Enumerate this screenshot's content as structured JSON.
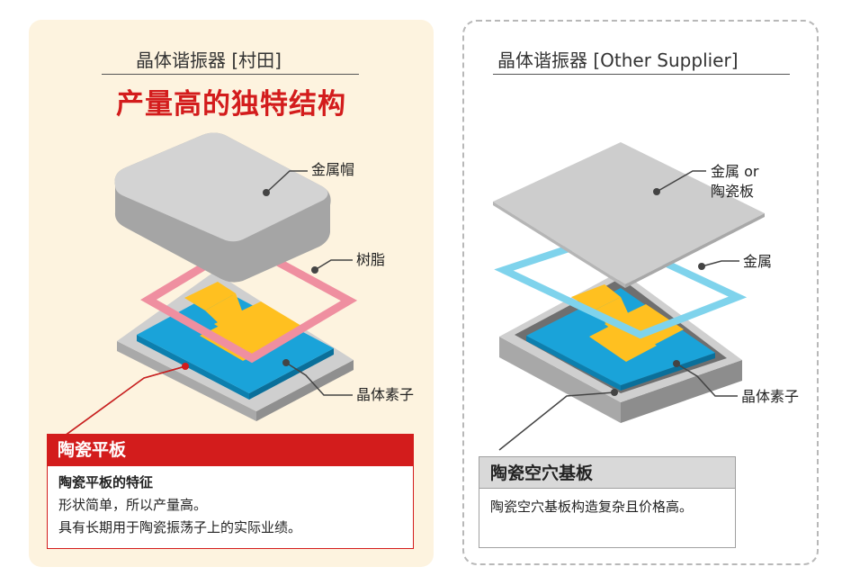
{
  "left_panel": {
    "title": "晶体谐振器 [村田]",
    "headline": "产量高的独特结构",
    "labels": {
      "cap": "金属帽",
      "seal": "树脂",
      "element": "晶体素子"
    },
    "box": {
      "title": "陶瓷平板",
      "subtitle": "陶瓷平板的特征",
      "lines": [
        "形状简单，所以产量高。",
        "具有长期用于陶瓷振荡子上的实际业绩。"
      ]
    },
    "colors": {
      "accent": "#d31c1c",
      "seal": "#ef8fa0",
      "background": "#fdf3df"
    }
  },
  "right_panel": {
    "title": "晶体谐振器 [Other Supplier]",
    "labels": {
      "lid_line1": "金属 or",
      "lid_line2": "陶瓷板",
      "seal": "金属",
      "element": "晶体素子"
    },
    "box": {
      "title": "陶瓷空穴基板",
      "lines": [
        "陶瓷空穴基板构造复杂且价格高。"
      ]
    },
    "colors": {
      "seal": "#7fd3ec",
      "box_header": "#d9d9d9"
    }
  },
  "colors": {
    "element_blue": "#1aa3d9",
    "electrode_yellow": "#ffc020",
    "substrate_gray": "#c9c9c9"
  }
}
